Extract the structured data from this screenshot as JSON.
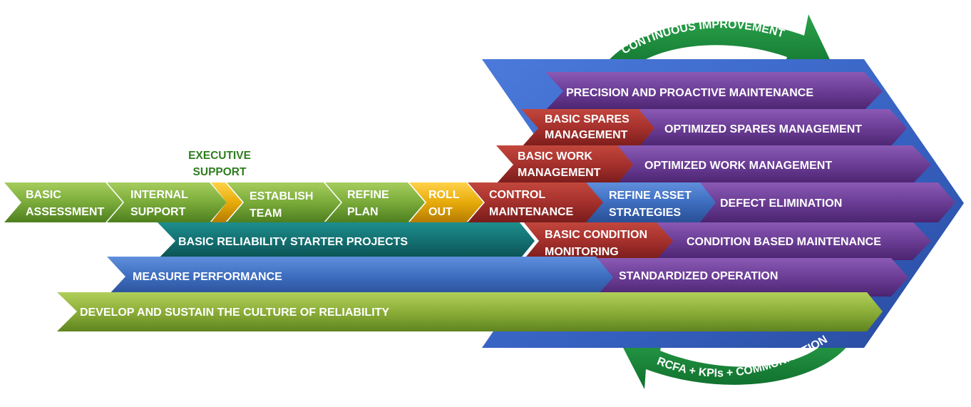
{
  "cycle": {
    "top_label": "CONTINUOUS IMPROVEMENT",
    "bottom_label": "RCFA + KPIs + COMMUNICATION"
  },
  "executive_support": {
    "line1": "EXECUTIVE",
    "line2": "SUPPORT"
  },
  "steps": {
    "basic_assessment": {
      "line1": "BASIC",
      "line2": "ASSESSMENT"
    },
    "internal_support": {
      "line1": "INTERNAL",
      "line2": "SUPPORT"
    },
    "establish_team": {
      "line1": "ESTABLISH",
      "line2": "TEAM"
    },
    "refine_plan": {
      "line1": "REFINE",
      "line2": "PLAN"
    },
    "roll_out": {
      "line1": "ROLL",
      "line2": "OUT"
    },
    "control_maintenance": {
      "line1": "CONTROL",
      "line2": "MAINTENANCE"
    },
    "refine_asset_strategies": {
      "line1": "REFINE ASSET",
      "line2": "STRATEGIES"
    },
    "defect_elimination": {
      "label": "DEFECT ELIMINATION"
    }
  },
  "rows": {
    "precision": "PRECISION AND PROACTIVE MAINTENANCE",
    "basic_spares": {
      "line1": "BASIC SPARES",
      "line2": "MANAGEMENT"
    },
    "optimized_spares": "OPTIMIZED SPARES MANAGEMENT",
    "basic_work": {
      "line1": "BASIC WORK",
      "line2": "MANAGEMENT"
    },
    "optimized_work": "OPTIMIZED WORK MANAGEMENT",
    "starter_projects": "BASIC RELIABILITY STARTER PROJECTS",
    "basic_condition": {
      "line1": "BASIC CONDITION",
      "line2": "MONITORING"
    },
    "condition_based": "CONDITION BASED MAINTENANCE",
    "measure_performance": "MEASURE PERFORMANCE",
    "standardized_operation": "STANDARDIZED OPERATION",
    "culture": "DEVELOP AND SUSTAIN THE CULTURE OF RELIABILITY"
  },
  "colors": {
    "big_chevron": "#3a62c4",
    "cycle_arrow": "#17883a",
    "light_green": "#7aab3a",
    "gold": "#e0a800",
    "dark_red": "#a5302c",
    "purple": "#6b3d95",
    "teal": "#136f70",
    "blue": "#3d6dbf",
    "olive": "#8cae38",
    "exec_text": "#2e7d1e"
  }
}
